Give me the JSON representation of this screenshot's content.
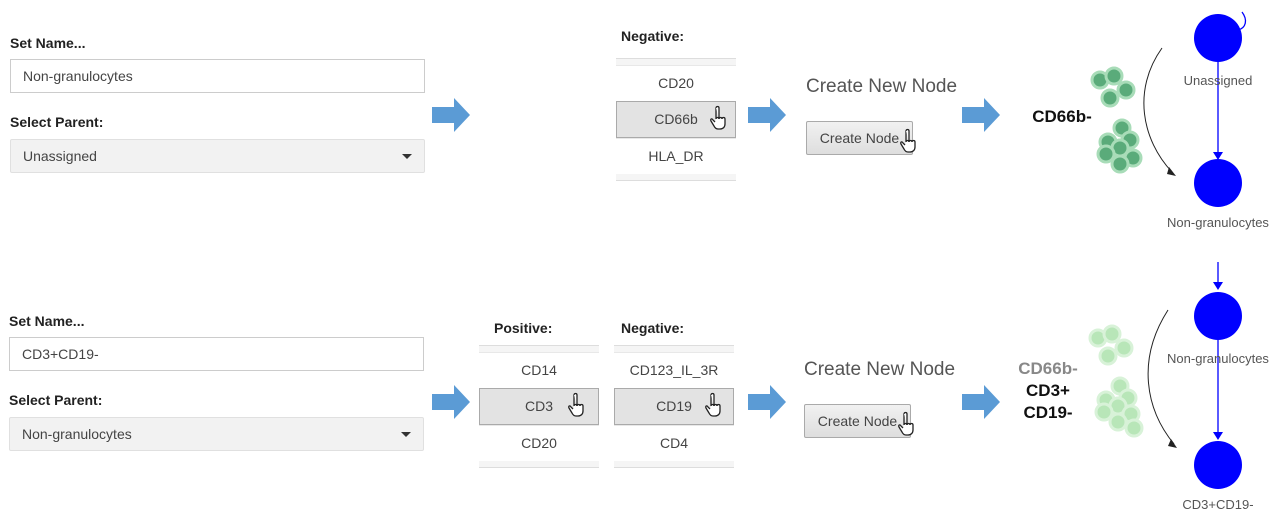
{
  "row1": {
    "set_name_label": "Set Name...",
    "set_name_value": "Non-granulocytes",
    "select_parent_label": "Select Parent:",
    "select_parent_value": "Unassigned",
    "negative_header": "Negative:",
    "negative_items": [
      "CD20",
      "CD66b",
      "HLA_DR"
    ],
    "create_title": "Create New Node",
    "create_button": "Create Node",
    "result_lines": [
      "CD66b-"
    ],
    "tree_parent_label": "Unassigned",
    "tree_child_label": "Non-granulocytes"
  },
  "row2": {
    "set_name_label": "Set Name...",
    "set_name_value": "CD3+CD19-",
    "select_parent_label": "Select Parent:",
    "select_parent_value": "Non-granulocytes",
    "positive_header": "Positive:",
    "positive_items": [
      "CD14",
      "CD3",
      "CD20"
    ],
    "negative_header": "Negative:",
    "negative_items": [
      "CD123_IL_3R",
      "CD19",
      "CD4"
    ],
    "create_title": "Create New Node",
    "create_button": "Create Node",
    "result_lines": [
      "CD66b-",
      "CD3+",
      "CD19-"
    ],
    "tree_parent_label": "Non-granulocytes",
    "tree_child_label": "CD3+CD19-"
  },
  "colors": {
    "arrow": "#5b9bd5",
    "node": "#0000ff",
    "cell_dark": "#5aab7a",
    "cell_light": "#b8e6b8"
  }
}
